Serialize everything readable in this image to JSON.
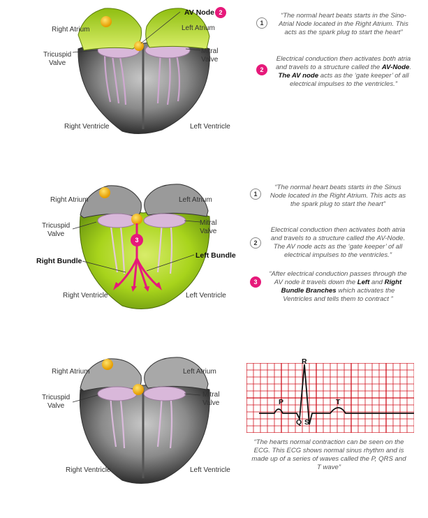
{
  "panel1": {
    "av_node_label": "AV Node",
    "av_node_badge": "2",
    "labels": {
      "right_atrium": "Right Atrium",
      "left_atrium": "Left Atrium",
      "tricuspid_1": "Tricuspid",
      "tricuspid_2": "Valve",
      "mitral_1": "Mitral",
      "mitral_2": "Valve",
      "right_ventricle": "Right Ventricle",
      "left_ventricle": "Left Ventricle"
    },
    "notes": [
      {
        "badge": "1",
        "text": "“The normal heart beats starts in the Sino-Atrial Node located in the Right Atrium. This acts as the spark plug to start the heart”"
      },
      {
        "badge": "2",
        "pre": "Electrical conduction then activates both atria and travels to a structure called the ",
        "bold1": "AV-Node",
        "mid": ". ",
        "bold2": "The AV node",
        "post": " acts as the ‘gate keeper’ of all electrical impulses to the ventricles.”"
      }
    ]
  },
  "panel2": {
    "labels": {
      "right_atrium": "Right Atrium",
      "left_atrium": "Left Atrium",
      "tricuspid_1": "Tricuspid",
      "tricuspid_2": "Valve",
      "mitral_1": "Mitral",
      "mitral_2": "Valve",
      "right_bundle": "Right Bundle",
      "left_bundle": "Left Bundle",
      "right_ventricle": "Right Ventricle",
      "left_ventricle": "Left Ventricle",
      "center_badge": "3"
    },
    "notes": [
      {
        "badge": "1",
        "text": "“The normal heart beats starts in the Sinus Node located in the Right Atrium. This acts as the spark plug to start the heart”"
      },
      {
        "badge": "2",
        "text": "Electrical conduction then activates both atria and travels to a structure called the AV-Node. The AV node acts as the ‘gate keeper’ of all electrical impulses to the ventricles.”"
      },
      {
        "badge": "3",
        "pre": "“After electrical conduction passes through the AV node it travels down the ",
        "bold1": "Left",
        "mid": " and ",
        "bold2": "Right Bundle Branches",
        "post": " which activates the Ventricles and tells them to contract  ”"
      }
    ]
  },
  "panel3": {
    "labels": {
      "right_atrium": "Right Atrium",
      "left_atrium": "Left Atrium",
      "tricuspid_1": "Tricuspid",
      "tricuspid_2": "Valve",
      "mitral_1": "Mitral",
      "mitral_2": "Valve",
      "right_ventricle": "Right Ventricle",
      "left_ventricle": "Left Ventricle"
    },
    "ecg": {
      "wave_labels": {
        "p": "P",
        "q": "Q",
        "r": "R",
        "s": "S",
        "t": "T"
      },
      "grid_color": "#d0101c",
      "trace_color": "#111111"
    },
    "caption": "“The hearts normal contraction can be seen on the ECG. This ECG shows normal sinus rhythm and is made up of a series of waves called the P, QRS and T wave”"
  },
  "colors": {
    "pink_badge": "#e6197a",
    "node_yellow": "#f5b800",
    "atria_green": "#a8d41c",
    "ventricle_green": "#b2d62a",
    "valve_pink": "#d9b8da",
    "muscle_gray": "#8a8a8a"
  }
}
